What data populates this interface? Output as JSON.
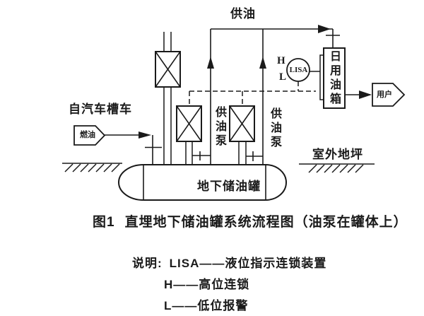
{
  "figure": {
    "labels": {
      "supply_oil": "供油",
      "from_tanker_truck": "自汽车槽车",
      "fuel_oil": "燃油",
      "high_mark": "H",
      "low_mark": "L",
      "lisa": "LISA",
      "daily_oil_tank": "日用油箱",
      "supply_pump_left": "供油泵",
      "supply_pump_right": "供油泵",
      "user": "用户",
      "outdoor_ground": "室外地坪",
      "underground_tank": "地下储油罐"
    },
    "caption": {
      "number": "图1",
      "text": "直埋地下储油罐系统流程图（油泵在罐体上）"
    },
    "legend": {
      "intro": "说明:",
      "items": [
        {
          "text": "LISA——液位指示连锁装置"
        },
        {
          "text": "H——高位连锁"
        },
        {
          "text": "L——低位报警"
        }
      ]
    },
    "colors": {
      "line": "#1a1a1a",
      "background": "#ffffff"
    }
  }
}
